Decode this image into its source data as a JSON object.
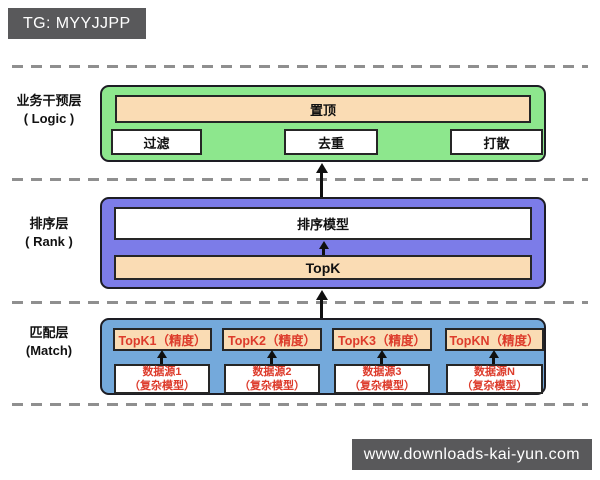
{
  "watermarks": {
    "top": "TG: MYYJJPP",
    "bottom": "www.downloads-kai-yun.com"
  },
  "colors": {
    "logic_layer_fill": "#8DE78D",
    "rank_layer_fill": "#7C7CE8",
    "match_layer_fill": "#74A9DB",
    "highlight_fill": "#FADCB4",
    "accent_red_text": "#DD3B2B",
    "watermark_bg": "#59595B",
    "divider_gray": "#8F8F8F"
  },
  "layers": {
    "logic": {
      "label_cn": "业务干预层",
      "label_en": "( Logic )",
      "top_box": "置顶",
      "buttons": [
        "过滤",
        "去重",
        "打散"
      ]
    },
    "rank": {
      "label_cn": "排序层",
      "label_en": "( Rank )",
      "model_box": "排序模型",
      "topk_box": "TopK"
    },
    "match": {
      "label_cn": "匹配层",
      "label_en": "(Match)",
      "columns": [
        {
          "topk": "TopK1（精度）",
          "source": "数据源1",
          "model": "（复杂模型）"
        },
        {
          "topk": "TopK2（精度）",
          "source": "数据源2",
          "model": "（复杂模型）"
        },
        {
          "topk": "TopK3（精度）",
          "source": "数据源3",
          "model": "（复杂模型）"
        },
        {
          "topk": "TopKN（精度）",
          "source": "数据源N",
          "model": "（复杂模型）"
        }
      ]
    }
  }
}
